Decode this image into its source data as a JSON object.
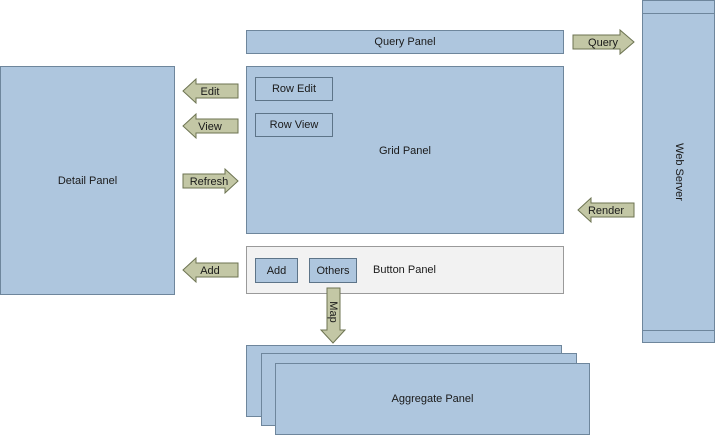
{
  "panels": {
    "query": "Query Panel",
    "detail": "Detail Panel",
    "grid": "Grid Panel",
    "button": "Button Panel",
    "web_server": "Web Server",
    "aggregate": "Aggregate Panel"
  },
  "buttons": {
    "row_edit": "Row Edit",
    "row_view": "Row View",
    "add": "Add",
    "others": "Others"
  },
  "arrows": {
    "query": "Query",
    "edit": "Edit",
    "view": "View",
    "refresh": "Refresh",
    "render": "Render",
    "add": "Add",
    "map": "Map"
  },
  "colors": {
    "panel_fill": "#aec6de",
    "panel_border": "#6e869c",
    "button_panel_fill": "#f2f2f2",
    "arrow_fill": "#c3c7a5"
  }
}
